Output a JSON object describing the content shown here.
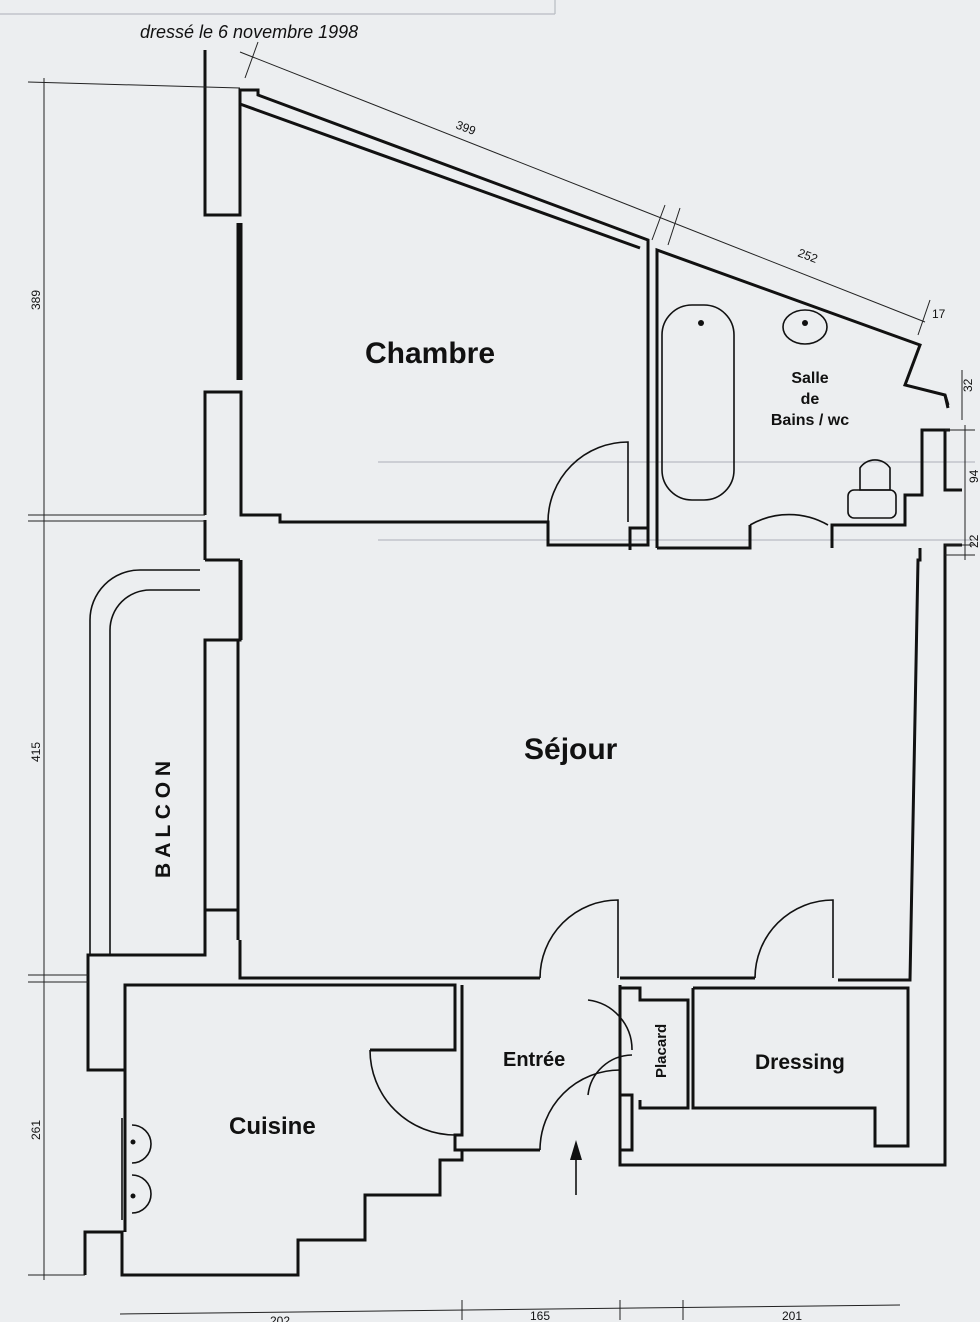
{
  "caption": "dressé le 6 novembre 1998",
  "rooms": {
    "chambre": "Chambre",
    "sdb_line1": "Salle",
    "sdb_line2": "de",
    "sdb_line3": "Bains / wc",
    "sejour": "Séjour",
    "balcon": "B A L C O N",
    "entree": "Entrée",
    "placard": "Placard",
    "dressing": "Dressing",
    "cuisine": "Cuisine"
  },
  "dimensions": {
    "top_diag_1": "399",
    "top_diag_2": "252",
    "top_diag_3": "17",
    "right_small_1": "32",
    "right_small_2": "94",
    "right_small_3": "22",
    "left_1": "389",
    "left_2": "415",
    "left_3": "261",
    "bottom_1": "202",
    "bottom_2": "165",
    "bottom_3": "201"
  },
  "colors": {
    "paper": "#eceef0",
    "ink": "#111111"
  }
}
